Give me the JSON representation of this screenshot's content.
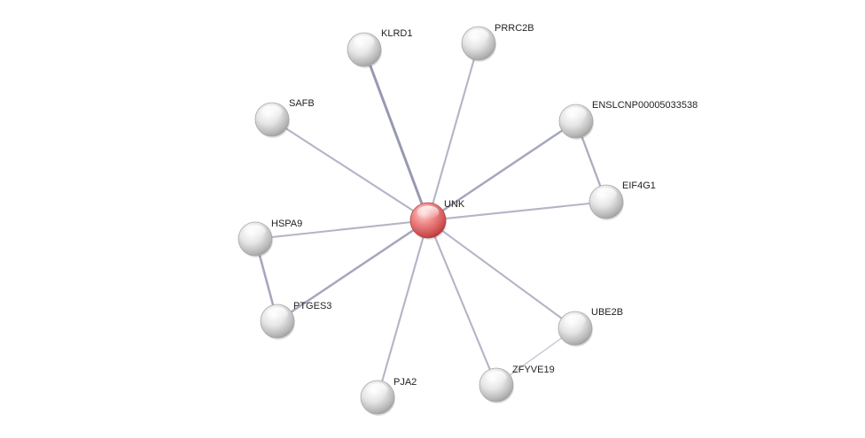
{
  "network": {
    "center": "UNK",
    "nodes": [
      {
        "id": "UNK",
        "label": "UNK",
        "role": "query"
      },
      {
        "id": "KLRD1",
        "label": "KLRD1",
        "role": "partner"
      },
      {
        "id": "PRRC2B",
        "label": "PRRC2B",
        "role": "partner"
      },
      {
        "id": "SAFB",
        "label": "SAFB",
        "role": "partner"
      },
      {
        "id": "ENSLCNP00005033538",
        "label": "ENSLCNP00005033538",
        "role": "partner"
      },
      {
        "id": "EIF4G1",
        "label": "EIF4G1",
        "role": "partner"
      },
      {
        "id": "HSPA9",
        "label": "HSPA9",
        "role": "partner"
      },
      {
        "id": "PTGES3",
        "label": "PTGES3",
        "role": "partner"
      },
      {
        "id": "UBE2B",
        "label": "UBE2B",
        "role": "partner"
      },
      {
        "id": "ZFYVE19",
        "label": "ZFYVE19",
        "role": "partner"
      },
      {
        "id": "PJA2",
        "label": "PJA2",
        "role": "partner"
      }
    ],
    "edges": [
      {
        "from": "UNK",
        "to": "KLRD1",
        "strength": 0.9
      },
      {
        "from": "UNK",
        "to": "PRRC2B",
        "strength": 0.5
      },
      {
        "from": "UNK",
        "to": "SAFB",
        "strength": 0.5
      },
      {
        "from": "UNK",
        "to": "ENSLCNP00005033538",
        "strength": 0.7
      },
      {
        "from": "UNK",
        "to": "EIF4G1",
        "strength": 0.5
      },
      {
        "from": "UNK",
        "to": "HSPA9",
        "strength": 0.5
      },
      {
        "from": "UNK",
        "to": "PTGES3",
        "strength": 0.7
      },
      {
        "from": "UNK",
        "to": "UBE2B",
        "strength": 0.5
      },
      {
        "from": "UNK",
        "to": "ZFYVE19",
        "strength": 0.5
      },
      {
        "from": "UNK",
        "to": "PJA2",
        "strength": 0.5
      },
      {
        "from": "ENSLCNP00005033538",
        "to": "EIF4G1",
        "strength": 0.6
      },
      {
        "from": "HSPA9",
        "to": "PTGES3",
        "strength": 0.7
      },
      {
        "from": "UBE2B",
        "to": "ZFYVE19",
        "strength": 0.2
      }
    ]
  },
  "colors": {
    "query_node": "#d9534f",
    "partner_node": "#d8d8d8",
    "edge": "#8a8ca8"
  }
}
